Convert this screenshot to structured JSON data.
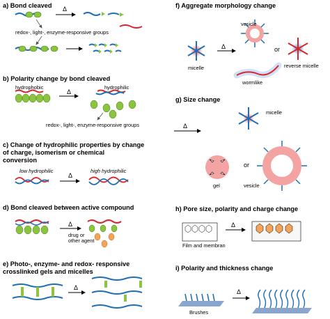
{
  "panels": {
    "a": {
      "title": "a) Bond cleaved",
      "groups_label": "redox-, light-, enzyme-responsive  groups"
    },
    "b": {
      "title": "b) Polarity change by bond cleaved",
      "hydrophobic": "hydrophobic",
      "hydrophilic": "hydrophilic",
      "groups_label": "redox-, light-, enzyme-responsive  groups"
    },
    "c": {
      "title": "c)  Change of hydrophilic properties by change\nof charge, isomerism or chemical\nconversion",
      "low": "low hydrophilic",
      "high": "high  hydrophilic"
    },
    "d": {
      "title": "d) Bond cleaved between active compound",
      "agent": "drug or\nother agent"
    },
    "e": {
      "title": "e) Photo-, enzyme- and redox- responsive\ncrosslinked gels and micelles"
    },
    "f": {
      "title": "f) Aggregate morphology change",
      "vesicle": "vesicle",
      "micelle": "micelle",
      "or": "or",
      "reverse_micelle": "reverse micelle",
      "wormlike": "wormlike"
    },
    "g": {
      "title": "g) Size change",
      "micelle": "micelle",
      "or": "or",
      "gel": "gel",
      "vesicle": "vesicle"
    },
    "h": {
      "title": "h) Pore size, polarity and charge change",
      "film": "Film and membran"
    },
    "i": {
      "title": "i) Polarity and thickness change",
      "brushes": "Brushes"
    }
  },
  "delta": "Δ",
  "colors": {
    "chain_blue": "#1f6fb5",
    "chain_red": "#d9262b",
    "bead_green": "#8bc53f",
    "gel_pink": "#f4a3a3",
    "orange": "#f4a35b"
  }
}
